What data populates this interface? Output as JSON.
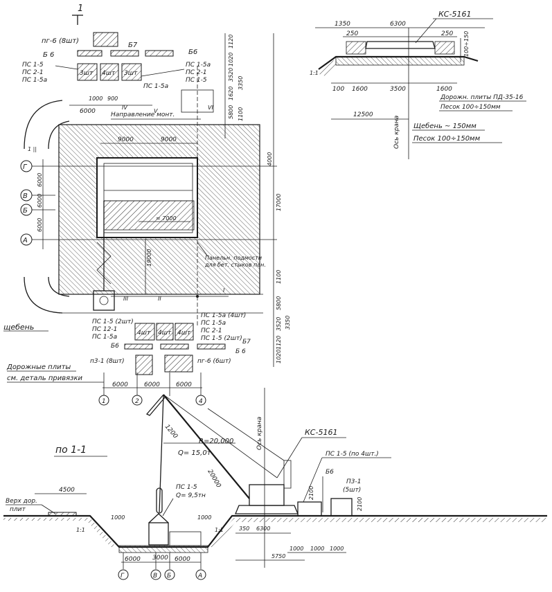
{
  "plan": {
    "section_mark": "1",
    "top_labels": {
      "pg6": "пг-6 (8шт)",
      "b6_left": "Б 6",
      "b7": "Б7",
      "b6_right": "Б6",
      "dim_side_1": "1120",
      "dim_side_2": "1020",
      "ps15_left": "ПС 1-5",
      "ps21_left": "ПС 2-1",
      "ps15a_left": "ПС 1-5а",
      "stack_3a": "3шт",
      "stack_4": "4шт",
      "stack_3b": "3шт",
      "ps15a_right": "ПС 1-5а",
      "ps21_right": "ПС 2-1",
      "ps15_right": "ПС 1-5",
      "ps15a_mid": "ПС 1-5а",
      "dim_3520": "3520",
      "dim_3350": "3350",
      "dim_1620": "1620",
      "dim_1000": "1000",
      "dim_900": "900",
      "mark_IV": "IV",
      "mark_V": "V",
      "mark_VI": "VI",
      "dim_6000": "6000",
      "mount_direction": "Направление монт.",
      "dim_5800": "5800",
      "dim_1100": "1100",
      "dim_9000_a": "9000",
      "dim_9000_b": "9000"
    },
    "axes_rows": [
      "Г",
      "В",
      "Б",
      "А"
    ],
    "row_dims": {
      "d1": "6000",
      "d2": "6000",
      "d3": "6000",
      "right_4000": "4000",
      "right_17000": "17000"
    },
    "inner_dim_7000": "≈ 7000",
    "dim_19000": "19000",
    "panel_note_1": "Панельн. подмости",
    "panel_note_2": "для бет. стыков пан.",
    "lower_marks": {
      "mark_III": "III",
      "mark_II": "II",
      "mark_I": "I"
    },
    "lower_dims": {
      "dim_1100_b": "1100",
      "dim_5800_b": "5800",
      "dim_3350_b": "3350",
      "dim_3520_b": "3520",
      "dim_1120_b": "1120",
      "dim_1020_b": "1020"
    },
    "scheben": "щебень",
    "lower_labels": {
      "ps15_2": "ПС 1-5 (2шт)",
      "ps12_1": "ПС 12-1",
      "ps15a_b": "ПС 1-5а",
      "stack_4a": "4шт",
      "stack_4b": "4шт",
      "stack_4c": "4шт",
      "ps15a_4": "ПС 1-5а (4шт)",
      "ps15a_c": "ПС 1-5а",
      "ps21_b": "ПС 2-1",
      "ps15_2b": "ПС 1-5 (2шт)",
      "b6_lower_l": "Б6",
      "b7_lower": "Б7",
      "b6_lower_r": "Б 6",
      "p31": "п3-1 (8шт)",
      "pg6_lower": "пг-6 (6шт)"
    },
    "road_note_1": "Дорожные плиты",
    "road_note_2": "см. деталь привязки",
    "bottom_dims": [
      "6000",
      "6000",
      "6000"
    ],
    "axes_cols": [
      "1",
      "2",
      "4"
    ]
  },
  "detail": {
    "crane": "КС-5161",
    "dim_1350": "1350",
    "dim_6300": "6300",
    "dim_250_l": "250",
    "dim_250_r": "250",
    "dim_100_150": "100÷150",
    "slope": "1:1",
    "dim_100": "100",
    "dim_1600_l": "1600",
    "dim_3500": "3500",
    "dim_1600_r": "1600",
    "road_plates": "Дорожн. плиты ПД-35-16",
    "sand_1": "Песок 100÷150мм",
    "crane_axis": "Ось крана",
    "dim_12500": "12500",
    "gravel": "Щебень ~ 150мм",
    "sand_2": "Песок 100÷150мм"
  },
  "section": {
    "title": "по 1-1",
    "boom_1200": "1200",
    "radius": "R=20,000",
    "load": "Q= 15,0т",
    "crane": "КС-5161",
    "boom_len": "20000",
    "crane_axis": "Ось крана",
    "ps15_stack": "ПС 1-5 (по 4шт.)",
    "b6": "Б6",
    "p31": "П3-1",
    "p31_count": "(5шт)",
    "dim_2100_a": "2100",
    "dim_2100_b": "2100",
    "dim_4500": "4500",
    "road_top_1": "Верх дор.",
    "road_top_2": "плит",
    "ps15_load": "ПС 1-5",
    "ps15_weight": "Q= 9,5тн",
    "slope_l": "1:1",
    "slope_r": "1:1",
    "dim_1000_l": "1000",
    "dim_1000_r": "1000",
    "dim_350": "350",
    "dim_6300": "6300",
    "dim_5750": "5750",
    "dim_1000_a": "1000",
    "dim_1000_b": "1000",
    "dim_1000_c": "1000",
    "dim_6000": "6000",
    "dim_3000": "3000",
    "dim_6000_b": "6000",
    "axes": [
      "Г",
      "В",
      "Б",
      "А"
    ]
  }
}
